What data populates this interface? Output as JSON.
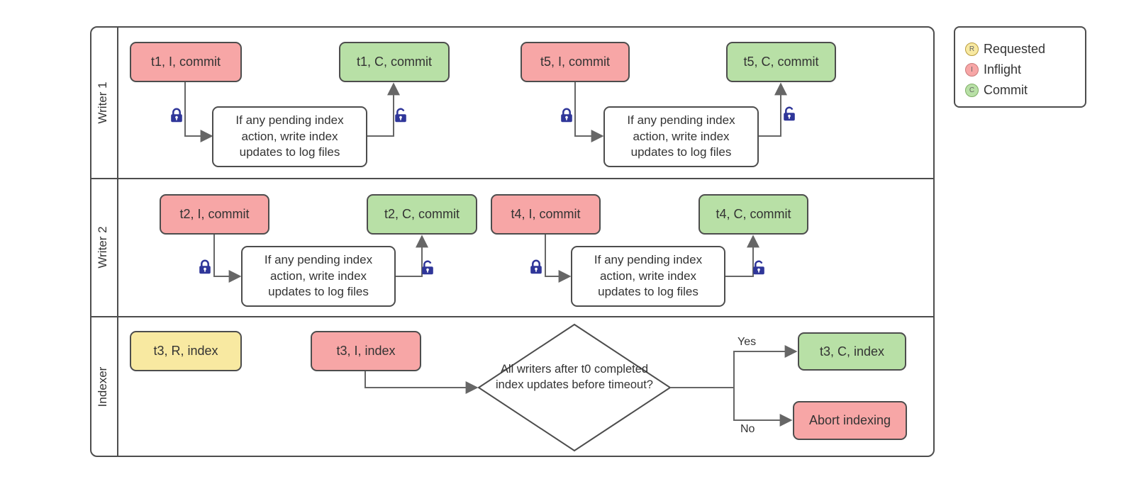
{
  "lanes": [
    {
      "label": "Writer 1",
      "segments": [
        {
          "inflight": "t1, I, commit",
          "process": "If any pending index action, write index updates to log files",
          "commit": "t1, C, commit"
        },
        {
          "inflight": "t5, I, commit",
          "process": "If any pending index action, write index updates to log files",
          "commit": "t5, C, commit"
        }
      ]
    },
    {
      "label": "Writer 2",
      "segments": [
        {
          "inflight": "t2, I, commit",
          "process": "If any pending index action, write index updates to log files",
          "commit": "t2, C, commit"
        },
        {
          "inflight": "t4, I, commit",
          "process": "If any pending index action, write index updates to log files",
          "commit": "t4, C, commit"
        }
      ]
    },
    {
      "label": "Indexer",
      "requested": "t3, R, index",
      "inflight": "t3, I, index",
      "decision": "All writers after t0 completed index updates before timeout?",
      "yes": "Yes",
      "no": "No",
      "commit": "t3, C, index",
      "abort": "Abort indexing"
    }
  ],
  "legend": {
    "items": [
      {
        "symbol": "R",
        "label": "Requested",
        "fill": "#f8e9a1",
        "border": "#b89b3e"
      },
      {
        "symbol": "I",
        "label": "Inflight",
        "fill": "#f7a6a6",
        "border": "#c97b7b"
      },
      {
        "symbol": "C",
        "label": "Commit",
        "fill": "#b8e0a6",
        "border": "#7fae66"
      }
    ]
  },
  "colors": {
    "requested": "#f8e9a1",
    "inflight": "#f7a6a6",
    "commit": "#b8e0a6",
    "process": "#ffffff",
    "border": "#4d4d4d",
    "arrow": "#666666",
    "lock": "#2f3699"
  }
}
